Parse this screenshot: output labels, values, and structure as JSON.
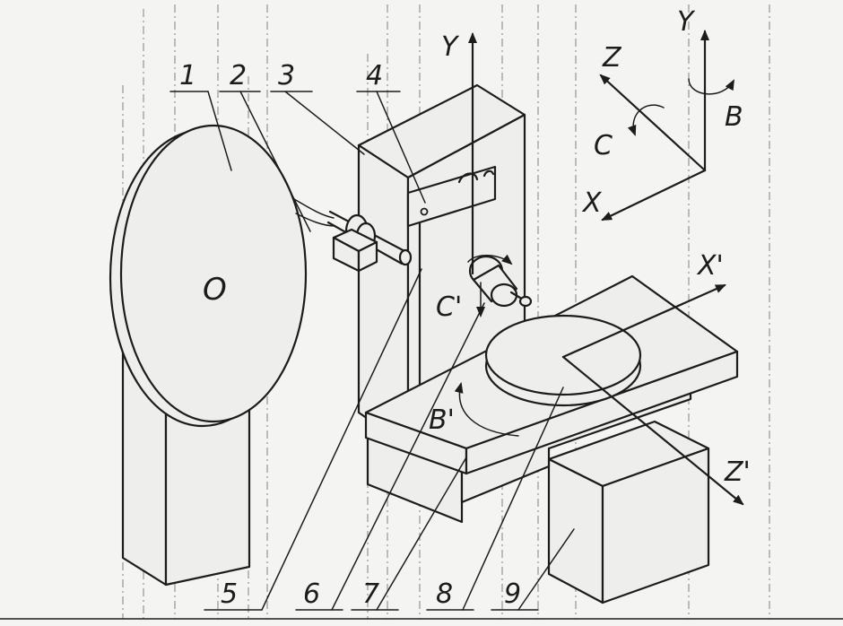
{
  "part_numbers": [
    "1",
    "2",
    "3",
    "4",
    "5",
    "6",
    "7",
    "8",
    "9"
  ],
  "center_mark": "O",
  "machine_axes": {
    "y": "Y"
  },
  "reference_axes": {
    "y": "Y",
    "z": "Z",
    "x": "X",
    "rot_c": "C",
    "rot_b": "B"
  },
  "table_axes": {
    "x": "X'",
    "z": "Z'",
    "rot_c": "C'",
    "rot_b": "B'"
  },
  "colors": {
    "ink": "#1c1c1c",
    "paper": "#f4f4f2"
  }
}
